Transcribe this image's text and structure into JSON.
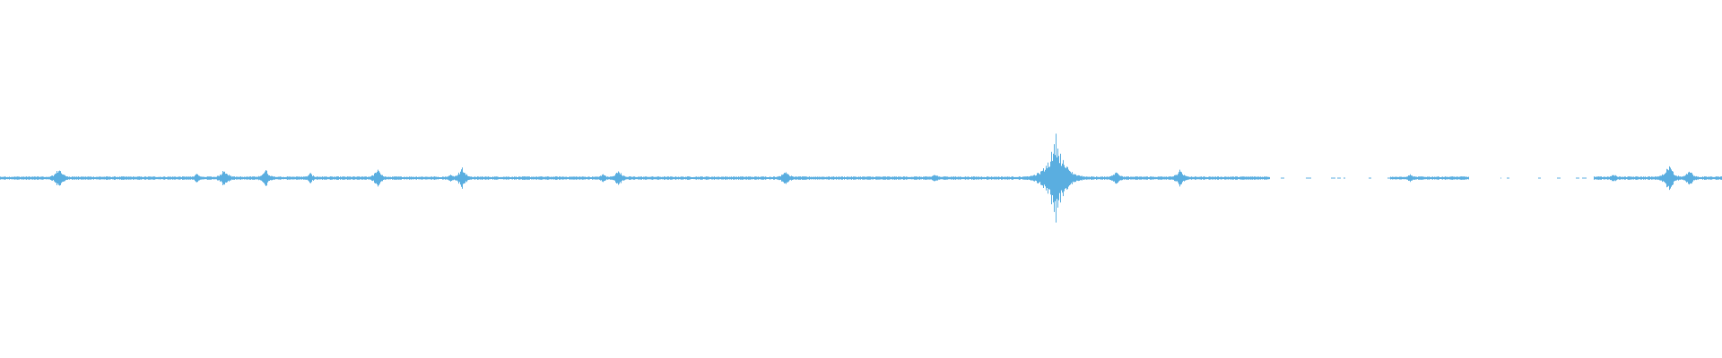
{
  "waveform": {
    "color": "#5aaee0",
    "baseline_amplitude": 0.012,
    "duration_fraction_extent": [
      0,
      1
    ],
    "gap_ranges": [
      [
        0.737,
        0.807
      ],
      [
        0.853,
        0.925
      ]
    ],
    "peaks": [
      {
        "position": 0.034,
        "amplitude": 0.13
      },
      {
        "position": 0.114,
        "amplitude": 0.05
      },
      {
        "position": 0.13,
        "amplitude": 0.12
      },
      {
        "position": 0.154,
        "amplitude": 0.11
      },
      {
        "position": 0.18,
        "amplitude": 0.06
      },
      {
        "position": 0.219,
        "amplitude": 0.11
      },
      {
        "position": 0.262,
        "amplitude": 0.05
      },
      {
        "position": 0.268,
        "amplitude": 0.13
      },
      {
        "position": 0.35,
        "amplitude": 0.05
      },
      {
        "position": 0.359,
        "amplitude": 0.1
      },
      {
        "position": 0.456,
        "amplitude": 0.1
      },
      {
        "position": 0.543,
        "amplitude": 0.05
      },
      {
        "position": 0.613,
        "amplitude": 0.51
      },
      {
        "position": 0.648,
        "amplitude": 0.09
      },
      {
        "position": 0.685,
        "amplitude": 0.11
      },
      {
        "position": 0.819,
        "amplitude": 0.05
      },
      {
        "position": 0.937,
        "amplitude": 0.05
      },
      {
        "position": 0.969,
        "amplitude": 0.17
      },
      {
        "position": 0.981,
        "amplitude": 0.1
      }
    ]
  }
}
